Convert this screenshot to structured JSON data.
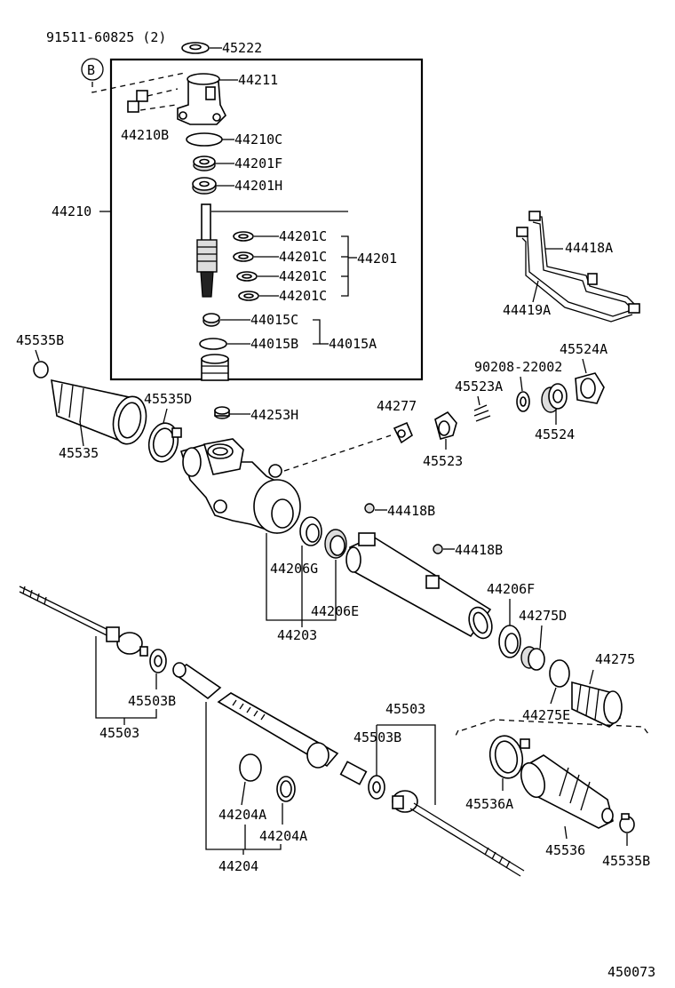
{
  "sheet_ref": "450073",
  "bolt_callout": "91511-60825 (2)",
  "bolt_marker": "B",
  "labels": {
    "p45222": "45222",
    "p44211": "44211",
    "p44210B": "44210B",
    "p44210C": "44210C",
    "p44201F": "44201F",
    "p44201H": "44201H",
    "p44210": "44210",
    "p44201C_1": "44201C",
    "p44201C_2": "44201C",
    "p44201C_3": "44201C",
    "p44201C_4": "44201C",
    "p44201": "44201",
    "p44015C": "44015C",
    "p44015B": "44015B",
    "p44015A": "44015A",
    "p45535B_top": "45535B",
    "p45535D": "45535D",
    "p45535": "45535",
    "p44253H": "44253H",
    "p44277": "44277",
    "p44418A": "44418A",
    "p44419A": "44419A",
    "p90208": "90208-22002",
    "p45524A": "45524A",
    "p45523A": "45523A",
    "p45524": "45524",
    "p45523": "45523",
    "p44418B_1": "44418B",
    "p44418B_2": "44418B",
    "p44206G": "44206G",
    "p44206E": "44206E",
    "p44203": "44203",
    "p44206F": "44206F",
    "p44275D": "44275D",
    "p44275": "44275",
    "p44275E": "44275E",
    "p45503B_left": "45503B",
    "p45503_left": "45503",
    "p45503_right": "45503",
    "p45503B_right": "45503B",
    "p45536A": "45536A",
    "p44204A_1": "44204A",
    "p44204A_2": "44204A",
    "p44204": "44204",
    "p45536": "45536",
    "p45535B_bottom": "45535B"
  }
}
